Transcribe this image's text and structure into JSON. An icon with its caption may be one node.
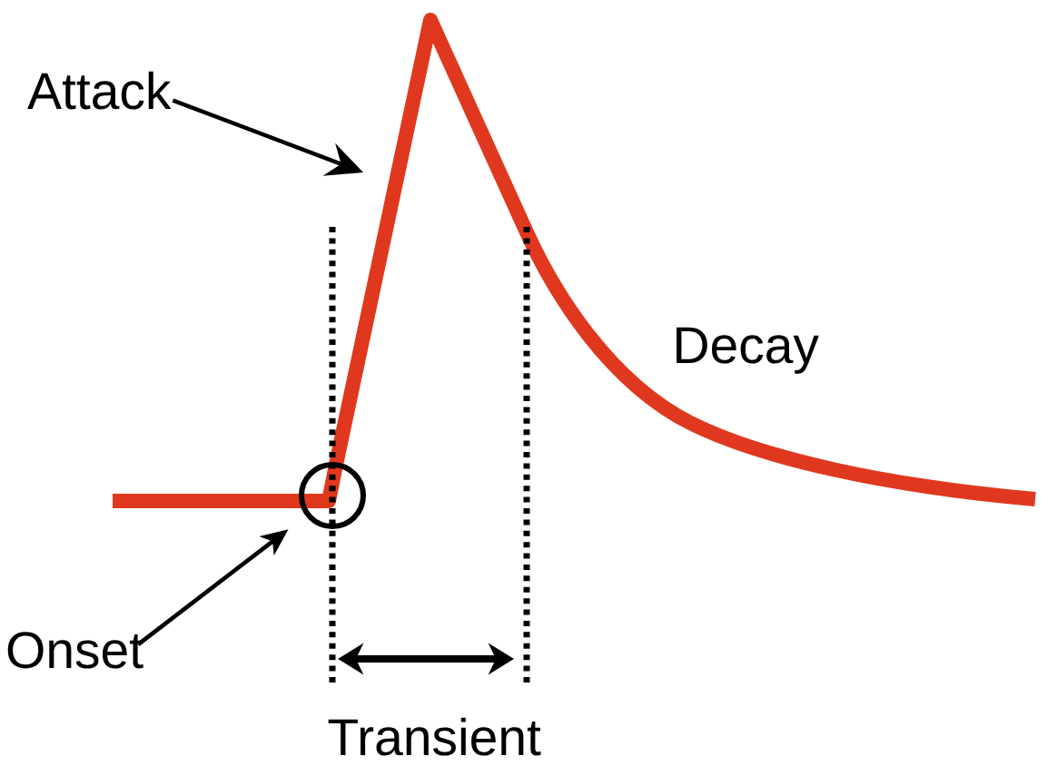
{
  "diagram": {
    "nodes": [
      {
        "text": [
          "Attack"
        ]
      },
      {
        "text": [
          "Onset"
        ]
      },
      {
        "text": [],
        "shape": "circle"
      }
    ],
    "edges": [
      {
        "from": 0,
        "to": null,
        "arrow": "to"
      },
      {
        "from": 1,
        "to": 2,
        "arrow": "to"
      }
    ],
    "labels": [
      "Decay",
      "Transient"
    ]
  }
}
